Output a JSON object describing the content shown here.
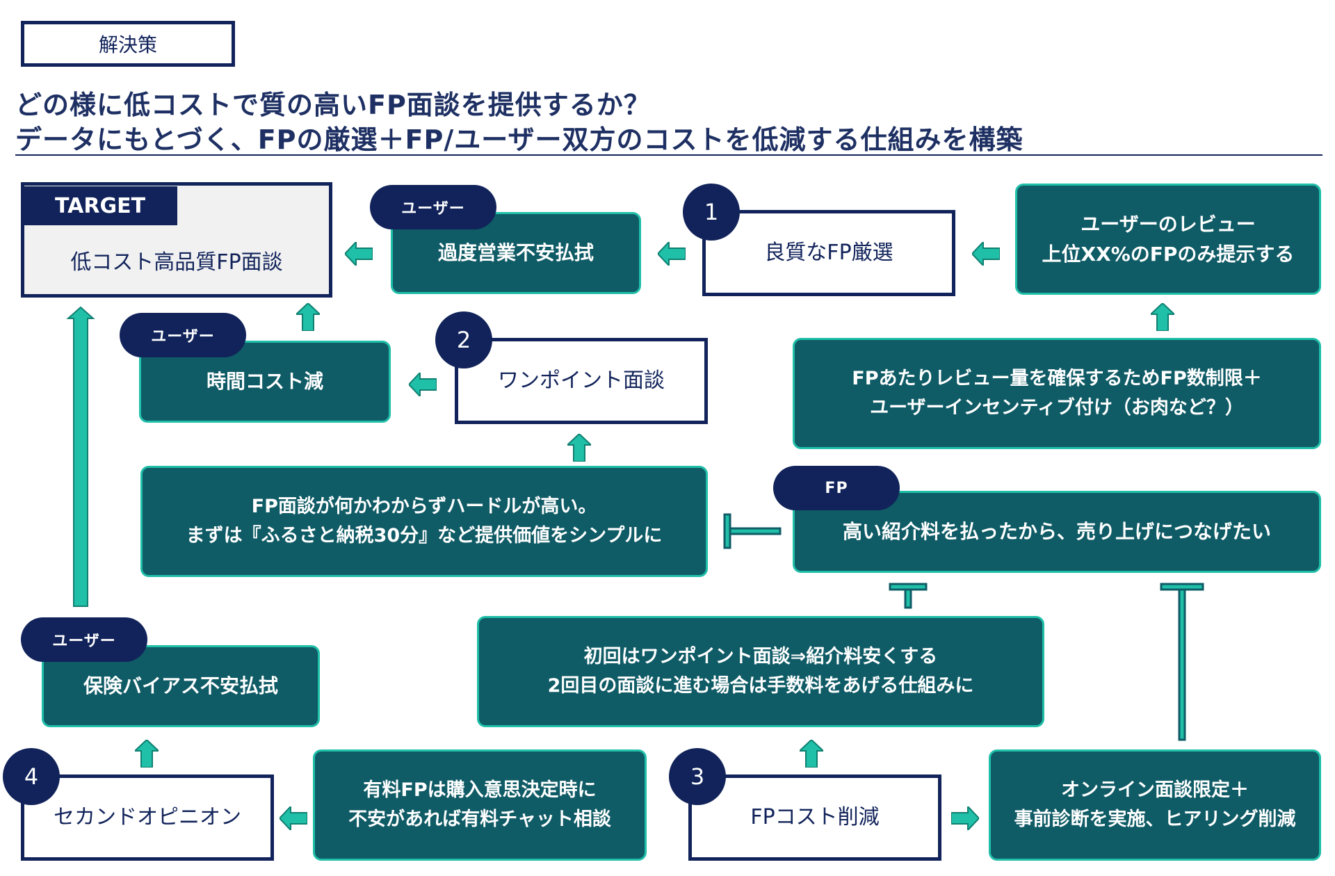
{
  "header": {
    "tag": "解決策",
    "line1": "どの様に低コストで質の高いFP面談を提供するか？",
    "line2": "データにもとづく、FPの厳選＋FP/ユーザー双方のコストを低減する仕組みを構築"
  },
  "target": {
    "label": "TARGET",
    "text": "低コスト高品質FP面談"
  },
  "pills": {
    "user": "ユーザー",
    "fp": "FP"
  },
  "numbers": {
    "n1": "1",
    "n2": "2",
    "n3": "3",
    "n4": "4"
  },
  "boxes": {
    "over_sales": "過度営業不安払拭",
    "select_fp": "良質なFP厳選",
    "review_top": "ユーザーのレビュー\n上位XX%のFPのみ提示する",
    "time_cost": "時間コスト減",
    "one_point": "ワンポイント面談",
    "review_quota": "FPあたりレビュー量を確保するためFP数制限＋\nユーザーインセンティブ付け（お肉など？）",
    "hurdle": "FP面談が何かわからずハードルが高い。\nまずは『ふるさと納税30分』など提供価値をシンプルに",
    "fp_fee": "高い紹介料を払ったから、売り上げにつなげたい",
    "first_time": "初回はワンポイント面談⇒紹介料安くする\n2回目の面談に進む場合は手数料をあげる仕組みに",
    "insurance_bias": "保険バイアス不安払拭",
    "second_opinion": "セカンドオピニオン",
    "paid_chat": "有料FPは購入意思決定時に\n不安があれば有料チャット相談",
    "fp_cost": "FPコスト削減",
    "online": "オンライン面談限定＋\n事前診断を実施、ヒアリング削減"
  },
  "colors": {
    "navy": "#11235a",
    "teal": "#0f5b66",
    "accent": "#1fbfa8"
  }
}
